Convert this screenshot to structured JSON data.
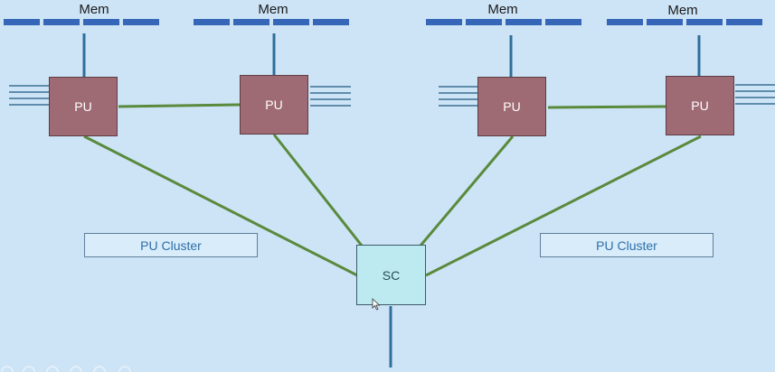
{
  "diagram": {
    "memory_label": "Mem",
    "processing_unit_label": "PU",
    "switch_controller_label": "SC",
    "cluster_label": "PU Cluster",
    "colors": {
      "background": "#cde4f7",
      "memory_bar": "#3566b8",
      "link": "#5a8a3c",
      "memory_bus": "#2f6f9a",
      "processing_unit_fill": "#9e6b74",
      "switch_controller_fill": "#bdeaf0"
    },
    "icons": {
      "cursor": "mouse-pointer-icon"
    }
  }
}
